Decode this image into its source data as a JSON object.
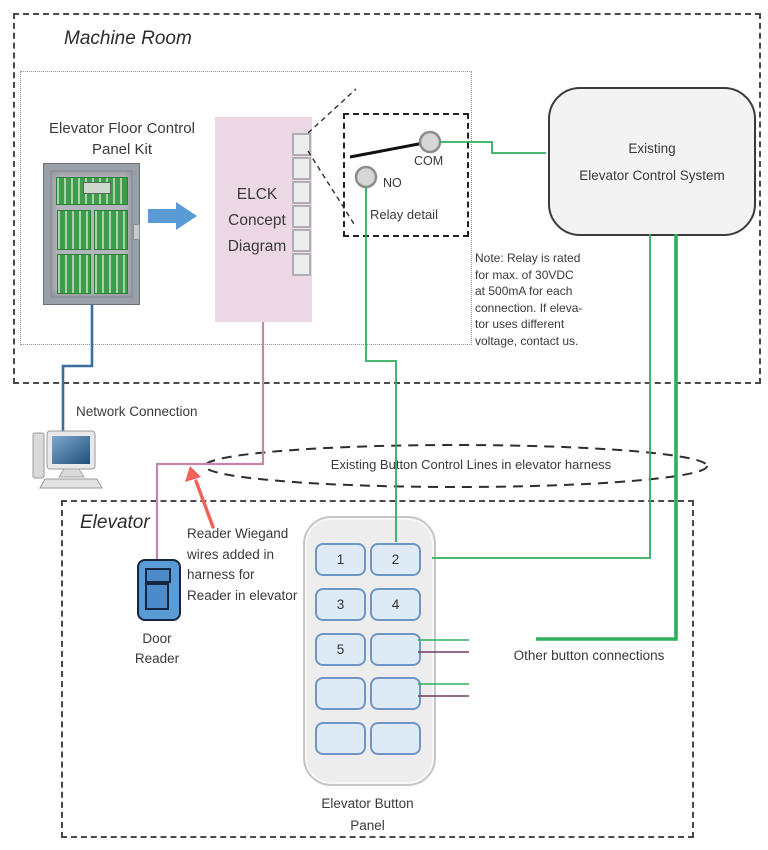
{
  "colors": {
    "wire_green": "#2eaf5e",
    "wire_blue": "#3a6e9f",
    "wire_pink": "#c287a9",
    "wire_purple": "#6e3d62",
    "arrow_red": "#f26257",
    "arrow_blue": "#5b9bd5",
    "dash_dark": "#2e2e2e",
    "relay_fill": "#d6d6d6",
    "relay_stroke": "#8c8c8c"
  },
  "machine_room": {
    "label": "Machine Room",
    "panel_kit_title": {
      "line1": "Elevator Floor Control",
      "line2": "Panel Kit"
    },
    "elck_box": {
      "line1": "ELCK",
      "line2": "Concept",
      "line3": "Diagram"
    },
    "relay": {
      "com_label": "COM",
      "no_label": "NO",
      "caption": "Relay detail"
    },
    "note_lines": [
      "Note: Relay is rated",
      "for max. of 30VDC",
      "at 500mA for each",
      "connection. If eleva-",
      "tor uses different",
      "voltage, contact us."
    ],
    "existing_system": {
      "line1": "Existing",
      "line2": "Elevator Control System"
    }
  },
  "connections": {
    "network_label": "Network Connection",
    "harness_label": "Existing Button Control Lines in elevator harness",
    "other_buttons_label": "Other button connections"
  },
  "elevator": {
    "label": "Elevator",
    "reader_note_lines": [
      "Reader Wiegand",
      "wires added in",
      "harness for",
      "Reader in elevator"
    ],
    "door_reader_label": {
      "line1": "Door",
      "line2": "Reader"
    },
    "button_panel": {
      "caption_line1": "Elevator Button",
      "caption_line2": "Panel",
      "buttons": [
        "1",
        "2",
        "3",
        "4",
        "5",
        "",
        "",
        "",
        "",
        ""
      ]
    }
  }
}
